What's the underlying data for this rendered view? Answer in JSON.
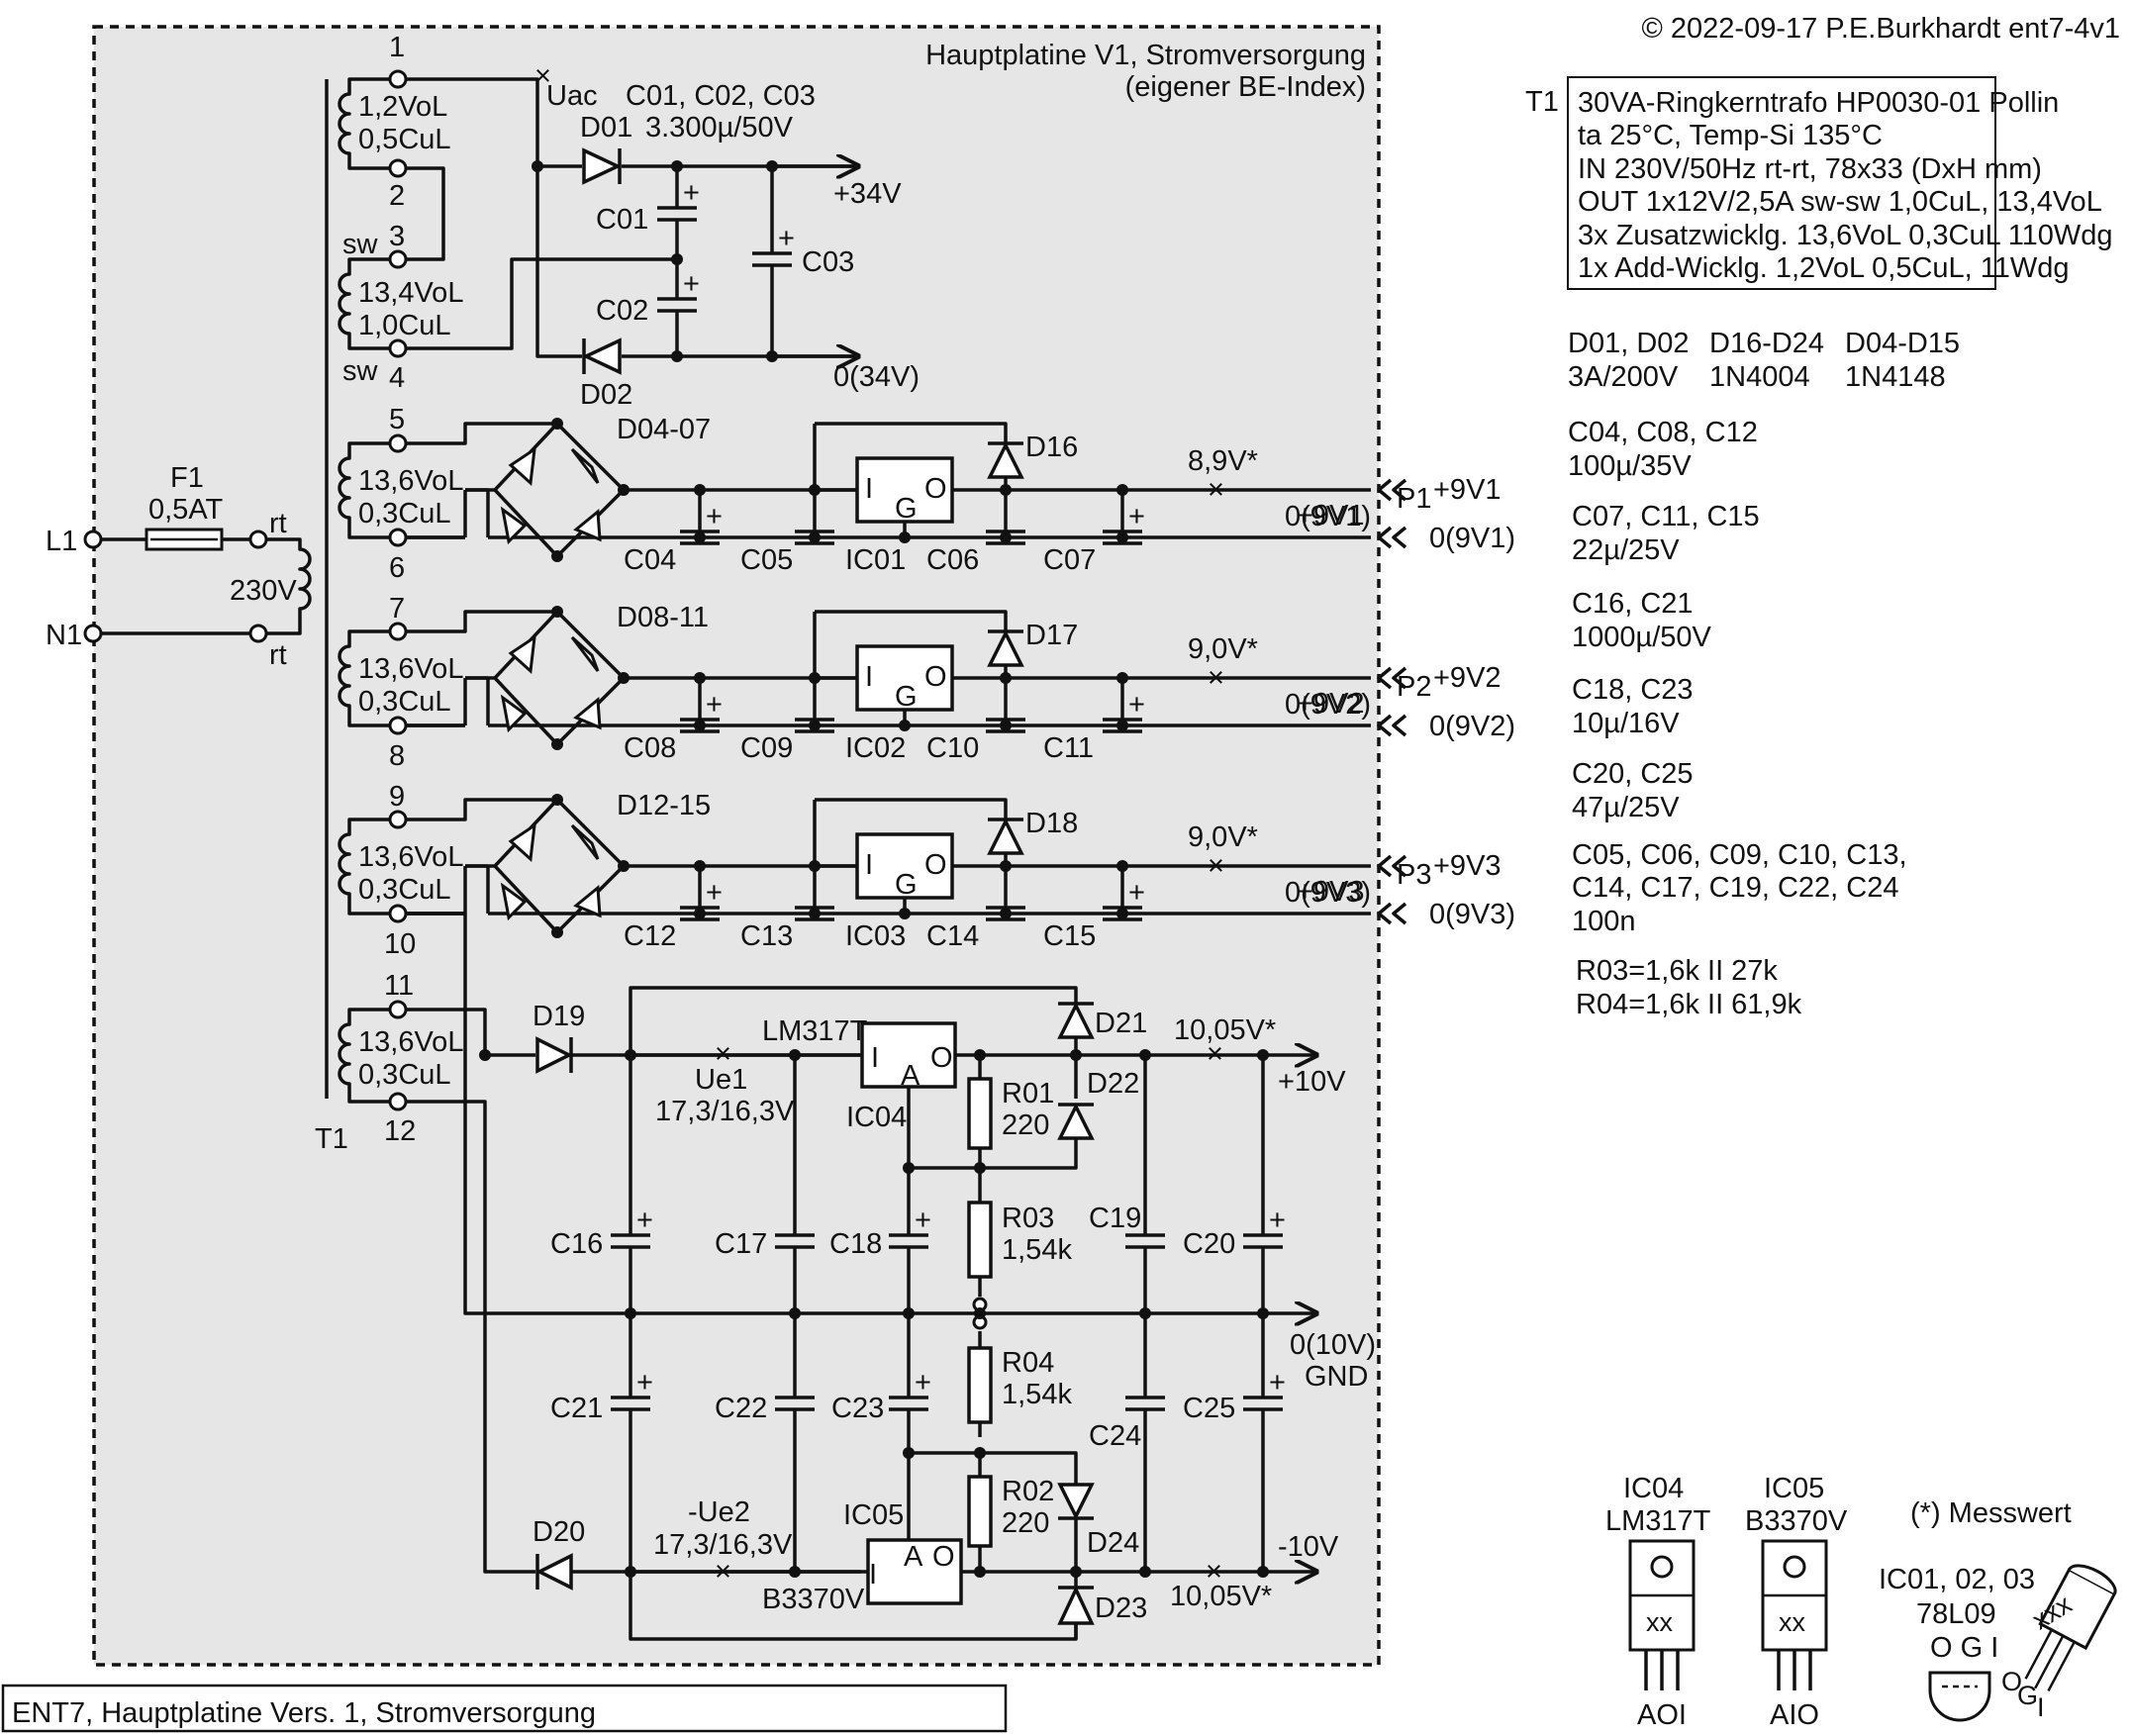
{
  "copyright": "© 2022-09-17 P.E.Burkhardt ent7-4v1",
  "board_title": "Hauptplatine V1, Stromversorgung",
  "board_subtitle": "(eigener BE-Index)",
  "footer_title": "ENT7, Hauptplatine Vers. 1, Stromversorgung",
  "mains": {
    "l1": "L1",
    "n1": "N1",
    "fuse": "F1",
    "fuse_value": "0,5AT",
    "rt_top": "rt",
    "rt_bottom": "rt",
    "voltage": "230V",
    "transformer": "T1"
  },
  "windings": [
    {
      "pin_a": "1",
      "pin_b": "2",
      "line1": "1,2VoL",
      "line2": "0,5CuL"
    },
    {
      "pin_a": "3",
      "pin_b": "4",
      "line1": "13,4VoL",
      "line2": "1,0CuL",
      "tag_a": "sw",
      "tag_b": "sw"
    },
    {
      "pin_a": "5",
      "pin_b": "6",
      "line1": "13,6VoL",
      "line2": "0,3CuL"
    },
    {
      "pin_a": "7",
      "pin_b": "8",
      "line1": "13,6VoL",
      "line2": "0,3CuL"
    },
    {
      "pin_a": "9",
      "pin_b": "10",
      "line1": "13,6VoL",
      "line2": "0,3CuL"
    },
    {
      "pin_a": "11",
      "pin_b": "12",
      "line1": "13,6VoL",
      "line2": "0,3CuL"
    }
  ],
  "supply34": {
    "uac": "Uac",
    "caps_title": "C01, C02, C03",
    "caps_value": "3.300µ/50V",
    "d01": "D01",
    "d02": "D02",
    "c01": "C01",
    "c02": "C02",
    "c03": "C03",
    "out_pos": "+34V",
    "out_gnd": "0(34V)"
  },
  "rails": [
    {
      "bridge": "D04-07",
      "c_in": "C04",
      "c_a": "C05",
      "ic": "IC01",
      "c_b": "C06",
      "c_out": "C07",
      "diode": "D16",
      "measure": "8,9V*",
      "rail_pos": "+9V1",
      "rail_gnd": "0(9V1)",
      "port": "P1",
      "term_pos": "+9V1",
      "term_gnd": "0(9V1)",
      "pin_i": "I",
      "pin_g": "G",
      "pin_o": "O"
    },
    {
      "bridge": "D08-11",
      "c_in": "C08",
      "c_a": "C09",
      "ic": "IC02",
      "c_b": "C10",
      "c_out": "C11",
      "diode": "D17",
      "measure": "9,0V*",
      "rail_pos": "+9V2",
      "rail_gnd": "0(9V2)",
      "port": "P2",
      "term_pos": "+9V2",
      "term_gnd": "0(9V2)",
      "pin_i": "I",
      "pin_g": "G",
      "pin_o": "O"
    },
    {
      "bridge": "D12-15",
      "c_in": "C12",
      "c_a": "C13",
      "ic": "IC03",
      "c_b": "C14",
      "c_out": "C15",
      "diode": "D18",
      "measure": "9,0V*",
      "rail_pos": "+9V3",
      "rail_gnd": "0(9V3)",
      "port": "P3",
      "term_pos": "+9V3",
      "term_gnd": "0(9V3)",
      "pin_i": "I",
      "pin_g": "G",
      "pin_o": "O"
    }
  ],
  "dual": {
    "d19": "D19",
    "d20": "D20",
    "d21": "D21",
    "d22": "D22",
    "d23": "D23",
    "d24": "D24",
    "ue1": "Ue1",
    "ue1_val": "17,3/16,3V",
    "ue2": "-Ue2",
    "ue2_val": "17,3/16,3V",
    "ic04_top": "LM317T",
    "ic04": "IC04",
    "ic05": "IC05",
    "ic05_bot": "B3370V",
    "r01": "R01",
    "r01_val": "220",
    "r03": "R03",
    "r03_val": "1,54k",
    "r04": "R04",
    "r04_val": "1,54k",
    "r02": "R02",
    "r02_val": "220",
    "c16": "C16",
    "c17": "C17",
    "c18": "C18",
    "c19": "C19",
    "c20": "C20",
    "c21": "C21",
    "c22": "C22",
    "c23": "C23",
    "c24": "C24",
    "c25": "C25",
    "measure_top": "10,05V*",
    "measure_bot": "10,05V*",
    "out_pos": "+10V",
    "out_gnd1": "0(10V)",
    "out_gnd2": "GND",
    "out_neg": "-10V",
    "pin_i": "I",
    "pin_a": "A",
    "pin_o": "O"
  },
  "t1_spec": {
    "label": "T1",
    "lines": [
      "30VA-Ringkerntrafo HP0030-01 Pollin",
      "ta 25°C, Temp-Si 135°C",
      "IN 230V/50Hz rt-rt, 78x33 (DxH mm)",
      "OUT 1x12V/2,5A sw-sw 1,0CuL, 13,4VoL",
      "3x Zusatzwicklg. 13,6VoL 0,3CuL 110Wdg",
      "1x Add-Wicklg. 1,2VoL 0,5CuL, 11Wdg"
    ]
  },
  "parts": {
    "diodes": [
      {
        "ref": "D01, D02",
        "val": "3A/200V"
      },
      {
        "ref": "D16-D24",
        "val": "1N4004"
      },
      {
        "ref": "D04-D15",
        "val": "1N4148"
      }
    ],
    "caps": [
      {
        "ref": "C04, C08, C12",
        "val": "100µ/35V"
      },
      {
        "ref": "C07, C11, C15",
        "val": "22µ/25V"
      },
      {
        "ref": "C16, C21",
        "val": "1000µ/50V"
      },
      {
        "ref": "C18, C23",
        "val": "10µ/16V"
      },
      {
        "ref": "C20, C25",
        "val": "47µ/25V"
      }
    ],
    "small_caps": [
      "C05, C06, C09, C10, C13,",
      "C14, C17, C19, C22, C24",
      "100n"
    ],
    "resistors": [
      "R03=1,6k II 27k",
      "R04=1,6k II 61,9k"
    ]
  },
  "packages": {
    "ic04_ref": "IC04",
    "ic04_type": "LM317T",
    "ic04_pins": "AOI",
    "ic04_mark": "xx",
    "ic05_ref": "IC05",
    "ic05_type": "B3370V",
    "ic05_pins": "AIO",
    "ic05_mark": "xx",
    "note": "(*) Messwert",
    "to92_ref": "IC01, 02, 03",
    "to92_type": "78L09",
    "to92_pins": "O G I",
    "to92_mark": "xxx",
    "to92_o": "O",
    "to92_g": "G",
    "to92_i": "I"
  }
}
